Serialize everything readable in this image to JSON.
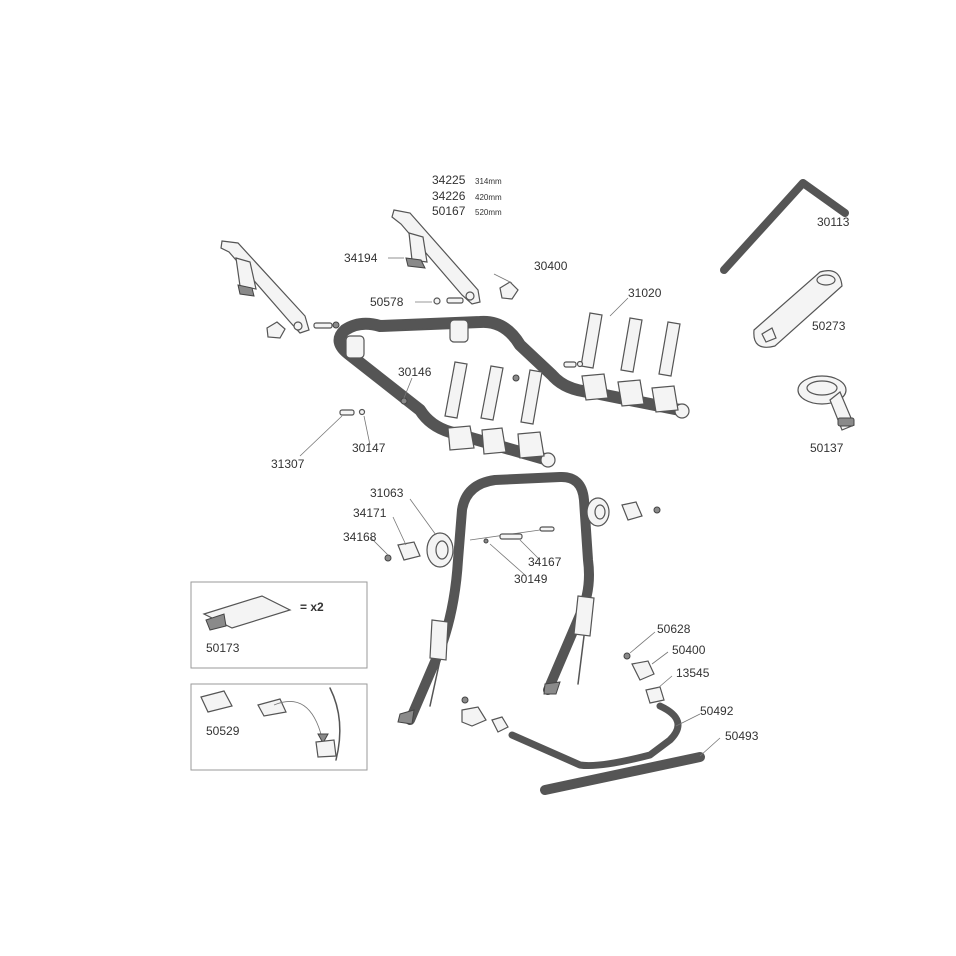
{
  "diagram": {
    "colors": {
      "line": "#555555",
      "label": "#333333",
      "background": "#ffffff"
    },
    "labels": {
      "p34225": "34225",
      "p34225_size": "314mm",
      "p34226": "34226",
      "p34226_size": "420mm",
      "p50167": "50167",
      "p50167_size": "520mm",
      "p34194": "34194",
      "p30400_top": "30400",
      "p50578": "50578",
      "p31020": "31020",
      "p30146": "30146",
      "p31307": "31307",
      "p30147": "30147",
      "p30113": "30113",
      "p50273": "50273",
      "p50137": "50137",
      "p31063": "31063",
      "p34171": "34171",
      "p34168": "34168",
      "p34167": "34167",
      "p30149": "30149",
      "p50173": "50173",
      "x2": "= x2",
      "p50529": "50529",
      "p50628": "50628",
      "p50400_bottom": "50400",
      "p13545": "13545",
      "p50492": "50492",
      "p50493": "50493"
    }
  }
}
